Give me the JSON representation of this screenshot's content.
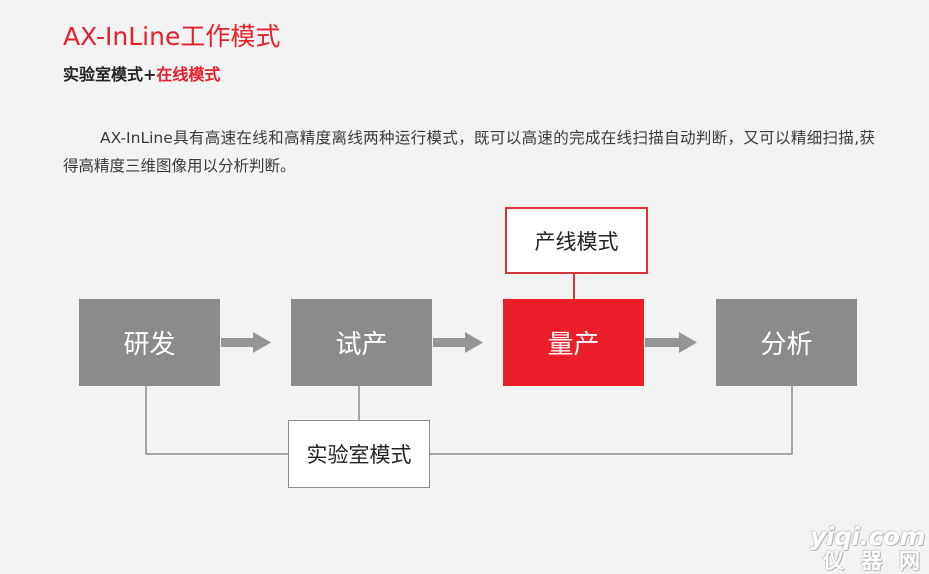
{
  "header": {
    "title": "AX-InLine工作模式",
    "subtitle_main": "实验室模式+",
    "subtitle_accent": "在线模式"
  },
  "description": "AX-InLine具有高速在线和高精度离线两种运行模式，既可以高速的完成在线扫描自动判断，又可以精细扫描,获得高精度三维图像用以分析判断。",
  "diagram": {
    "steps": [
      {
        "label": "研发"
      },
      {
        "label": "试产"
      },
      {
        "label": "量产"
      },
      {
        "label": "分析"
      }
    ],
    "production_mode": "产线模式",
    "lab_mode": "实验室模式"
  },
  "watermark": {
    "url": "yiqi.com",
    "cn": "仪器网"
  },
  "colors": {
    "accent": "#e5202a",
    "box_gray": "#8b8b8e",
    "arrow_gray": "#959598",
    "background": "#f3f3f4"
  }
}
